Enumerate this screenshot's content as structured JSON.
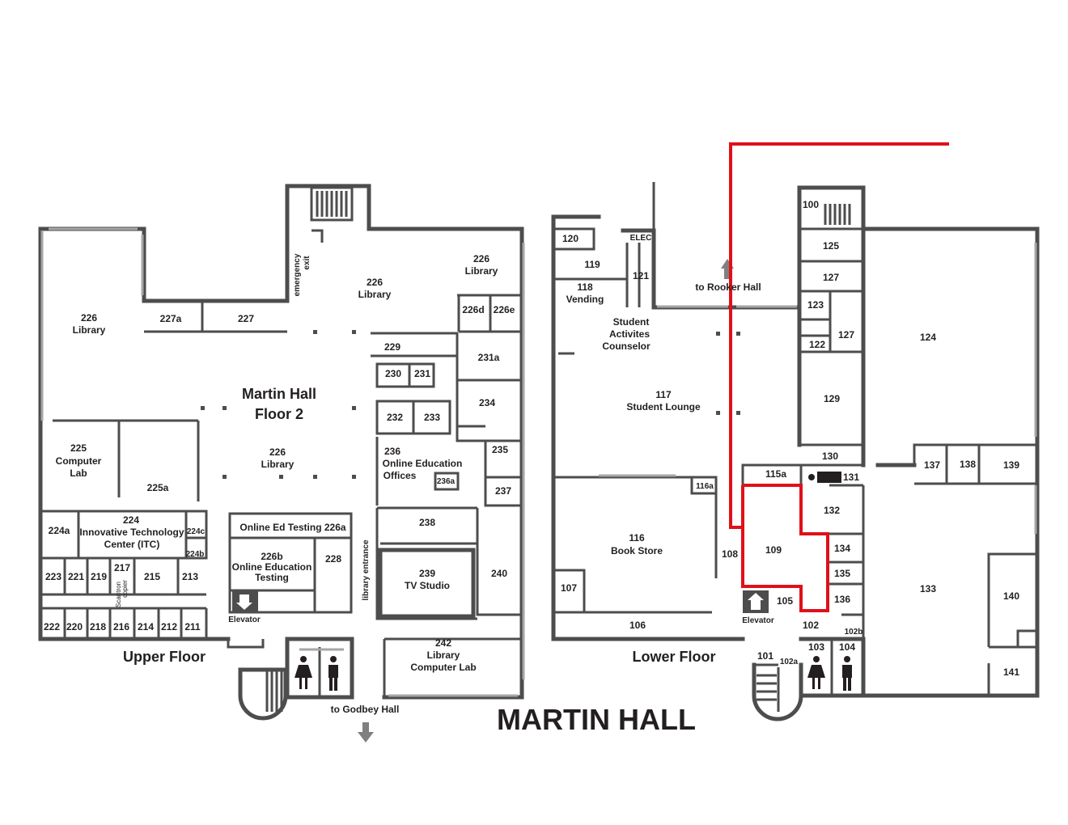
{
  "title": "MARTIN HALL",
  "upper": {
    "floor_label": "Upper Floor",
    "heading_line1": "Martin Hall",
    "heading_line2": "Floor 2",
    "rooms": {
      "r226_left": "226",
      "r226_left_name": "Library",
      "r226_top": "226",
      "r226_top_name": "Library",
      "r226_right": "226",
      "r226_right_name": "Library",
      "r226_center": "226",
      "r226_center_name": "Library",
      "r227a": "227a",
      "r227": "227",
      "r226d": "226d",
      "r226e": "226e",
      "r229": "229",
      "r230": "230",
      "r231": "231",
      "r231a": "231a",
      "r232": "232",
      "r233": "233",
      "r234": "234",
      "r235": "235",
      "r236": "236",
      "r236_name1": "Online Education",
      "r236_name2": "Offices",
      "r236a": "236a",
      "r237": "237",
      "r238": "238",
      "r239": "239",
      "r239_name": "TV Studio",
      "r240": "240",
      "r242": "242",
      "r242_name1": "Library",
      "r242_name2": "Computer Lab",
      "r225": "225",
      "r225_name1": "Computer",
      "r225_name2": "Lab",
      "r225a": "225a",
      "r224": "224",
      "r224_name1": "Innovative Technology",
      "r224_name2": "Center (ITC)",
      "r224a": "224a",
      "r224c": "224c",
      "r224b": "224b",
      "r223": "223",
      "r221": "221",
      "r219": "219",
      "r217": "217",
      "scantron": "Scantron",
      "copier": "copier",
      "r215": "215",
      "r213": "213",
      "r222": "222",
      "r220": "220",
      "r218": "218",
      "r216": "216",
      "r214": "214",
      "r212": "212",
      "r211": "211",
      "r226a": "Online Ed Testing 226a",
      "r226b": "226b",
      "r226b_name1": "Online Education",
      "r226b_name2": "Testing",
      "r228": "228"
    },
    "elevator": "Elevator",
    "emergency1": "emergency",
    "emergency2": "exit",
    "library_entrance": "library entrance",
    "to_godbey": "to Godbey Hall"
  },
  "lower": {
    "floor_label": "Lower Floor",
    "rooms": {
      "r100": "100",
      "r120": "120",
      "elec": "ELEC",
      "r119": "119",
      "r121": "121",
      "r118": "118",
      "r118_name": "Vending",
      "counselor1": "Student",
      "counselor2": "Activites",
      "counselor3": "Counselor",
      "r117": "117",
      "r117_name": "Student Lounge",
      "r125": "125",
      "r127a": "127",
      "r123": "123",
      "r127b": "127",
      "r122": "122",
      "r124": "124",
      "r129": "129",
      "r130": "130",
      "r115a": "115a",
      "r131": "131",
      "r137": "137",
      "r138": "138",
      "r139": "139",
      "r116a": "116a",
      "r116": "116",
      "r116_name": "Book Store",
      "r132": "132",
      "r109": "109",
      "r108": "108",
      "r134": "134",
      "r135": "135",
      "r136": "136",
      "r105": "105",
      "r107": "107",
      "r106": "106",
      "r133": "133",
      "r140": "140",
      "r141": "141",
      "r102": "102",
      "r102b": "102b",
      "r101": "101",
      "r102a": "102a",
      "r103": "103",
      "r104": "104"
    },
    "elevator": "Elevator",
    "to_rooker": "to Rooker Hall"
  },
  "colors": {
    "wall": "#4d4d4d",
    "window": "#a6a6a6",
    "route": "#e0101a",
    "text": "#231f20"
  },
  "icons": [
    "elevator-down-icon",
    "elevator-up-icon",
    "women-restroom-icon",
    "men-restroom-icon",
    "wheelchair-icon",
    "arrow-down-icon",
    "arrow-up-icon",
    "stairs-icon"
  ]
}
